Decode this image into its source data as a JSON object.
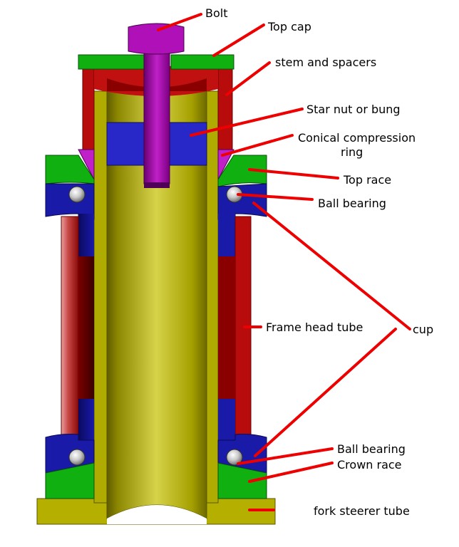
{
  "labels": {
    "bolt": "Bolt",
    "top_cap": "Top cap",
    "stem_spacers": "stem and spacers",
    "star_nut": "Star nut or bung",
    "conical_line1": "Conical compression",
    "conical_line2": "ring",
    "top_race": "Top race",
    "ball_bearing_top": "Ball bearing",
    "frame_head_tube": "Frame head tube",
    "cup": "cup",
    "ball_bearing_bottom": "Ball bearing",
    "crown_race": "Crown race",
    "fork_steerer_tube": "fork steerer tube"
  },
  "colors": {
    "leader": "#ee0000",
    "steerer": "#b5b000",
    "bolt": "#a010a8",
    "green": "#10b010",
    "red": "#b80c0c",
    "blue": "#1a1aa8",
    "bung": "#2828c8"
  }
}
